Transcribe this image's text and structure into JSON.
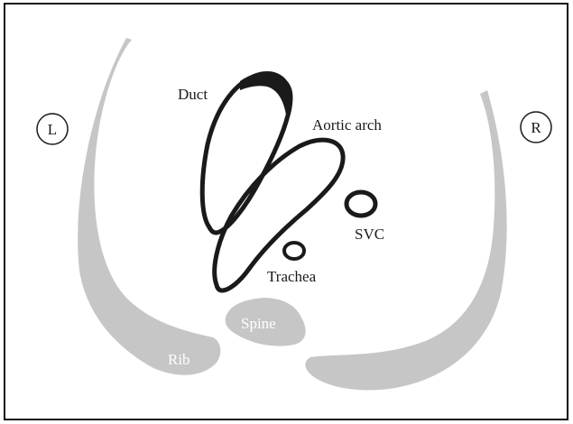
{
  "labels": {
    "left": "L",
    "right": "R",
    "duct": "Duct",
    "aortic_arch": "Aortic arch",
    "svc": "SVC",
    "trachea": "Trachea",
    "spine": "Spine",
    "rib": "Rib"
  },
  "colors": {
    "outline": "#1a1a1a",
    "bone": "#c6c6c6",
    "bone_label": "#ffffff",
    "frame": "#111111",
    "background": "#ffffff"
  }
}
